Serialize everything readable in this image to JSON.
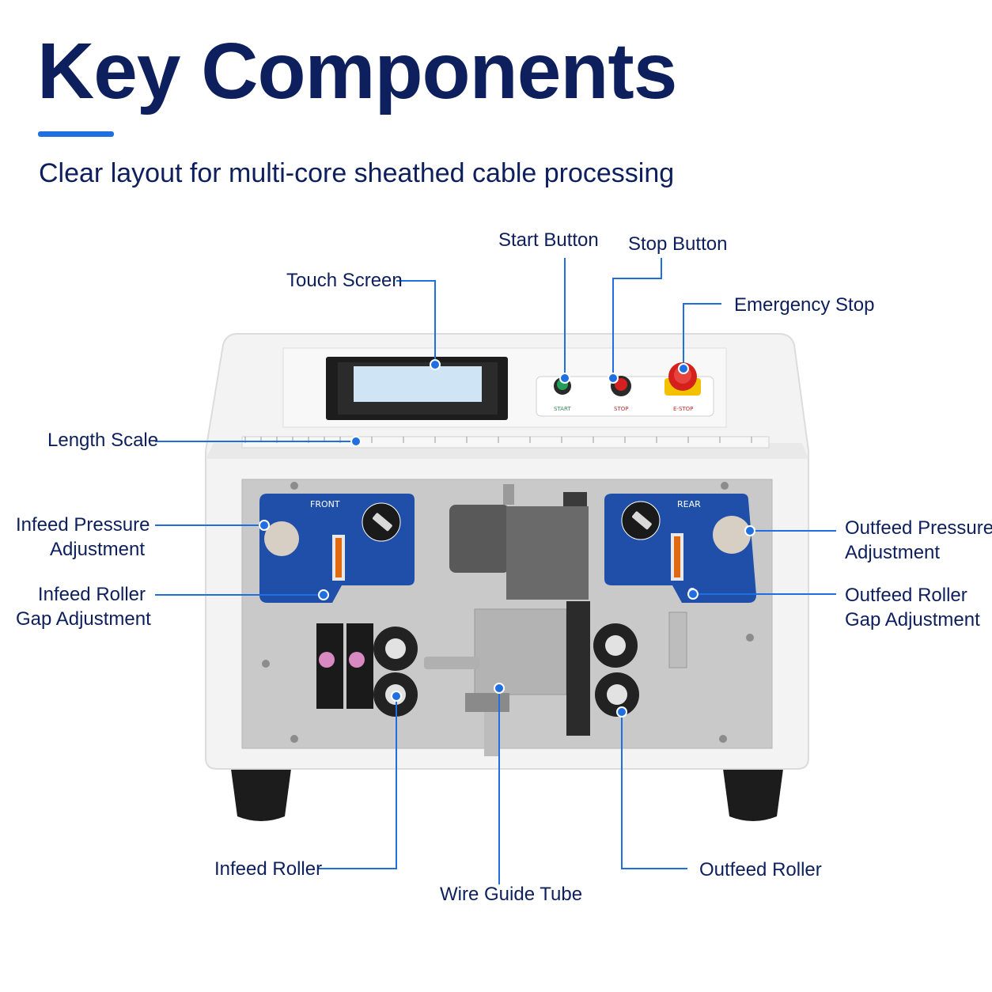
{
  "header": {
    "title": "Key Components",
    "subtitle": "Clear layout for multi-core sheathed cable processing"
  },
  "callouts": {
    "touch_screen": "Touch Screen",
    "start_button": "Start Button",
    "stop_button": "Stop Button",
    "emergency_stop": "Emergency Stop",
    "length_scale": "Length Scale",
    "infeed_pressure": [
      "Infeed Pressure",
      "Adjustment"
    ],
    "infeed_roller_gap": [
      "Infeed Roller",
      "Gap Adjustment"
    ],
    "outfeed_pressure": [
      "Outfeed Pressure",
      "Adjustment"
    ],
    "outfeed_roller_gap": [
      "Outfeed Roller",
      "Gap Adjustment"
    ],
    "infeed_roller": "Infeed Roller",
    "wire_guide_tube": "Wire Guide Tube",
    "outfeed_roller": "Outfeed Roller"
  },
  "machine_labels": {
    "front": "FRONT",
    "rear": "REAR",
    "start": "START"
  },
  "colors": {
    "accent": "#1f6fe0",
    "navy": "#0d1f5c",
    "panel_blue": "#1f4fa8"
  }
}
